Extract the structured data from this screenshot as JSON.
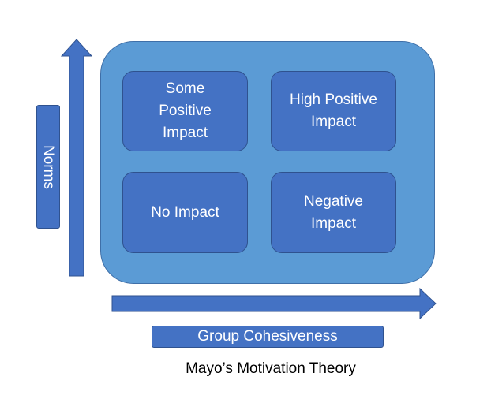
{
  "diagram": {
    "quadrants": [
      {
        "lines": [
          "Some",
          "Positive",
          "Impact"
        ]
      },
      {
        "lines": [
          "High Positive",
          "Impact"
        ]
      },
      {
        "lines": [
          "No Impact"
        ]
      },
      {
        "lines": [
          "Negative",
          "Impact"
        ]
      }
    ],
    "y_axis_label": "Norms",
    "x_axis_label": "Group Cohesiveness",
    "caption": "Mayo’s Motivation Theory"
  },
  "colors": {
    "outer_fill": "#5b9bd5",
    "box_fill": "#4472c4",
    "box_border": "#2f528f"
  }
}
